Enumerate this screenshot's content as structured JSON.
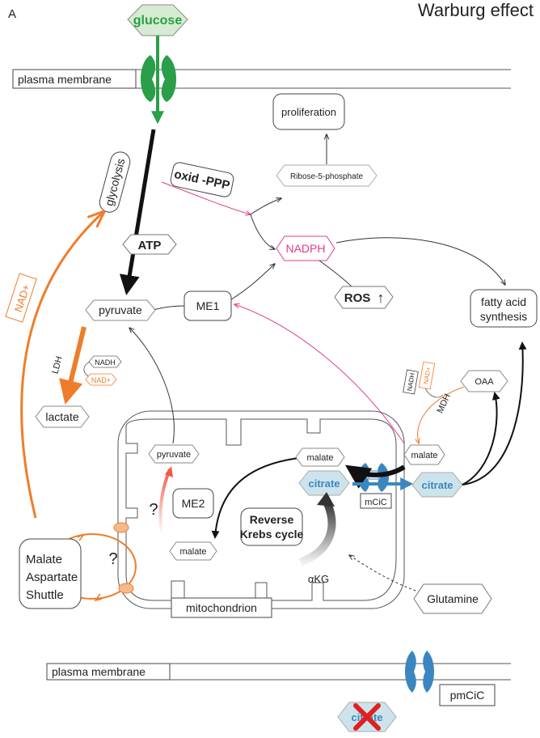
{
  "panel_letter": "A",
  "title": "Warburg effect",
  "nodes": {
    "glucose": "glucose",
    "plasma_membrane_top": "plasma membrane",
    "plasma_membrane_bottom": "plasma membrane",
    "glycolysis": "glycolysis",
    "atp": "ATP",
    "oxid_ppp": "oxid -PPP",
    "proliferation": "proliferation",
    "ribose5p": "Ribose-5-phosphate",
    "nadph": "NADPH",
    "ros": "ROS",
    "ros_arrow": "↑",
    "fatty_acid_line1": "fatty acid",
    "fatty_acid_line2": "synthesis",
    "me1": "ME1",
    "pyruvate_cyto": "pyruvate",
    "ldh": "LDH",
    "nadh_ldh": "NADH",
    "nad_ldh": "NAD+",
    "lactate": "lactate",
    "nad_shuttle": "NAD+",
    "oaa": "OAA",
    "mdh": "MDH",
    "nadh_mdh": "NADH",
    "nad_mdh": "NAD+",
    "malate_cyto": "malate",
    "citrate_cyto": "citrate",
    "mcic": "mCiC",
    "pyruvate_mito": "pyruvate",
    "me2": "ME2",
    "question_me2": "?",
    "malate_mito_left": "malate",
    "malate_mito_right": "malate",
    "citrate_mito": "citrate",
    "reverse_krebs_line1": "Reverse",
    "reverse_krebs_line2": "Krebs cycle",
    "akg": "αKG",
    "glutamine": "Glutamine",
    "mitochondrion": "mitochondrion",
    "shuttle_line1": "Malate",
    "shuttle_line2": "Aspartate",
    "shuttle_line3": "Shuttle",
    "question_shuttle": "?",
    "pmcic": "pmCiC",
    "citrate_blocked": "citrate"
  },
  "colors": {
    "orange": "#ee7d2b",
    "green": "#2a9e48",
    "blue": "#3a87bf",
    "pink": "#e03c8a",
    "citrate_fill": "#cde3ec"
  }
}
